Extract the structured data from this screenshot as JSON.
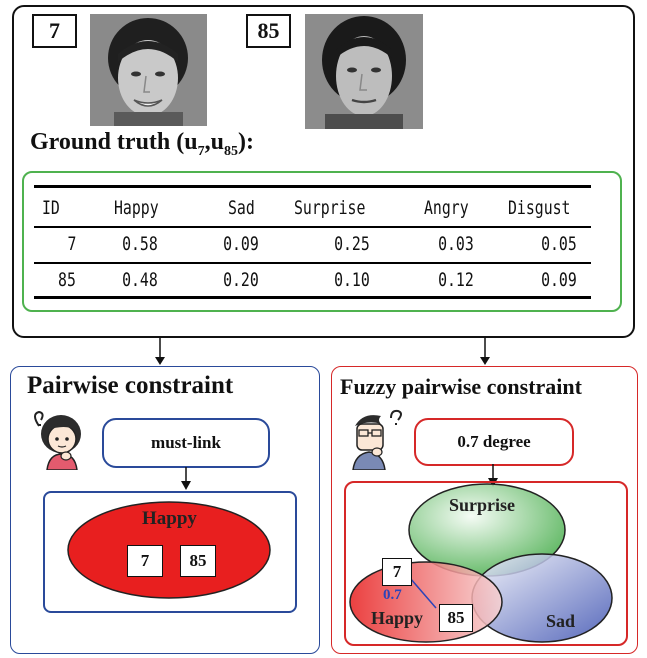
{
  "top": {
    "id_a": "7",
    "id_b": "85",
    "ground_truth_label": "Ground truth (u",
    "sub_a": "7",
    "comma": ",u",
    "sub_b": "85",
    "close": "):"
  },
  "table": {
    "headers": [
      "ID",
      "Happy",
      "Sad",
      "Surprise",
      "Angry",
      "Disgust"
    ],
    "rows": [
      [
        "7",
        "0.58",
        "0.09",
        "0.25",
        "0.03",
        "0.05"
      ],
      [
        "85",
        "0.48",
        "0.20",
        "0.10",
        "0.12",
        "0.09"
      ]
    ]
  },
  "left_panel": {
    "title": "Pairwise constraint",
    "constraint": "must-link",
    "class_label": "Happy",
    "id_a": "7",
    "id_b": "85",
    "colors": {
      "border": "#2a4a9a",
      "ellipse": "#e81f1f"
    }
  },
  "right_panel": {
    "title": "Fuzzy pairwise constraint",
    "constraint": "0.7 degree",
    "set_surprise": "Surprise",
    "set_sad": "Sad",
    "set_happy": "Happy",
    "weight": "0.7",
    "id_a": "7",
    "id_b": "85",
    "colors": {
      "border": "#d62828",
      "surprise": "#4caf50",
      "sad": "#3a4fb0",
      "happy": "#e81f1f",
      "weight": "#2d44b8"
    }
  },
  "icons": [
    "thinking-girl-icon",
    "thinking-man-icon",
    "arrow-down-icon"
  ]
}
